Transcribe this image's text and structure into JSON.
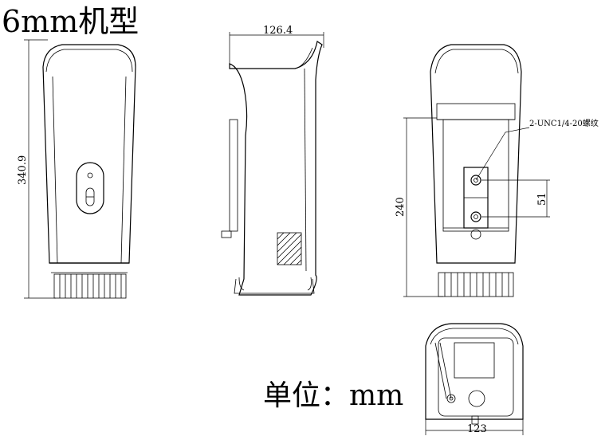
{
  "title": "6mm机型",
  "unit_label": "单位：mm",
  "dimensions": {
    "front_height": "340.9",
    "side_depth": "126.4",
    "rear_height": "240",
    "screw_spacing": "51",
    "bottom_width": "123"
  },
  "annotation": "2-UNC1/4-20螺纹"
}
